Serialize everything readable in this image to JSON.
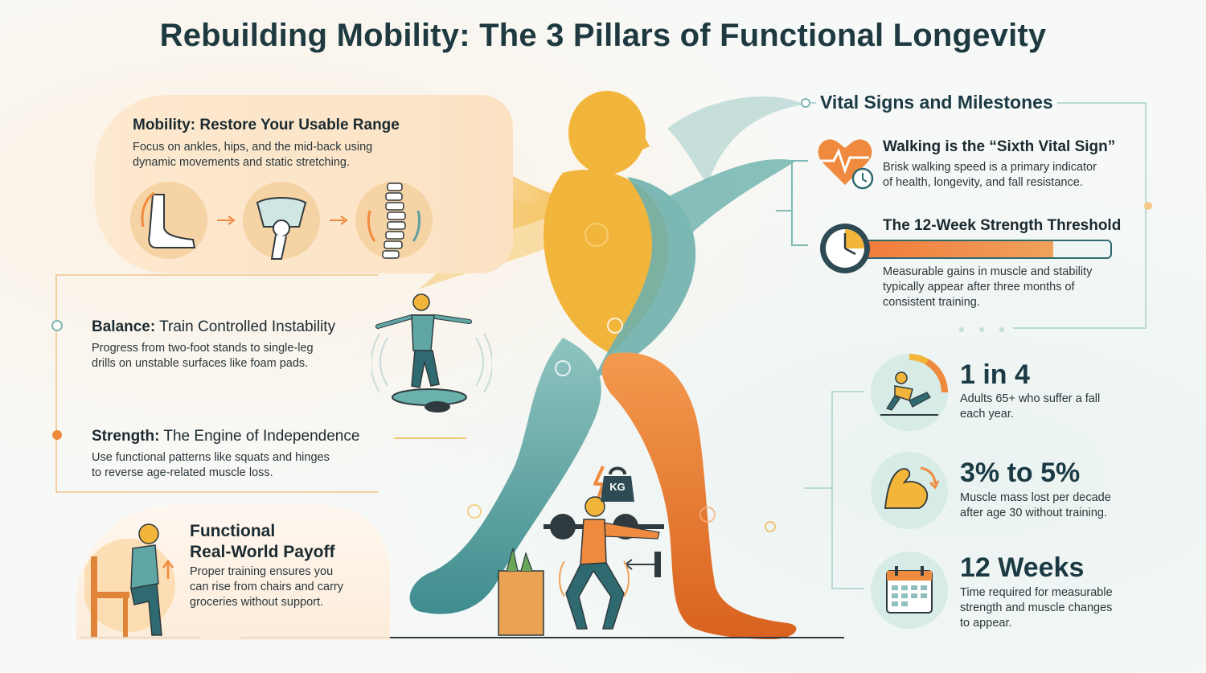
{
  "title": "Rebuilding Mobility: The 3 Pillars of Functional Longevity",
  "pillars": {
    "mobility": {
      "title": "Mobility: Restore Your Usable Range",
      "desc_line1": "Focus on ankles, hips, and the mid-back using",
      "desc_line2": "dynamic movements and static stretching."
    },
    "balance": {
      "title_bold": "Balance:",
      "title_rest": " Train Controlled Instability",
      "desc_line1": "Progress from two-foot stands to single-leg",
      "desc_line2": "drills on unstable surfaces like foam pads."
    },
    "strength": {
      "title_bold": "Strength:",
      "title_rest": " The Engine of Independence",
      "desc_line1": "Use functional patterns like squats and hinges",
      "desc_line2": "to reverse age-related muscle loss."
    },
    "payoff": {
      "title_line1": "Functional",
      "title_line2": "Real-World Payoff",
      "desc_line1": "Proper training ensures you",
      "desc_line2": "can rise from chairs and carry",
      "desc_line3": "groceries without support."
    }
  },
  "vital_signs": {
    "title": "Vital Signs and Milestones",
    "walking": {
      "title": "Walking is the “Sixth Vital Sign”",
      "desc_line1": "Brisk walking speed is a primary indicator",
      "desc_line2": "of health, longevity, and fall resistance."
    },
    "threshold": {
      "title": "The 12-Week Strength Threshold",
      "progress": 0.78,
      "desc_line1": "Measurable gains in muscle and stability",
      "desc_line2": "typically appear after three months of",
      "desc_line3": "consistent training."
    }
  },
  "stats": [
    {
      "value": "1 in 4",
      "desc_line1": "Adults 65+ who suffer a fall",
      "desc_line2": "each year.",
      "desc_line3": "",
      "ring_fraction": 0.25
    },
    {
      "value": "3% to 5%",
      "desc_line1": "Muscle mass lost per decade",
      "desc_line2": "after age 30 without training.",
      "desc_line3": ""
    },
    {
      "value": "12 Weeks",
      "desc_line1": "Time required for measurable",
      "desc_line2": "strength and muscle changes",
      "desc_line3": "to appear."
    }
  ],
  "kettlebell_label": "KG",
  "colors": {
    "orange": "#ee7a33",
    "yellow": "#f3b63a",
    "teal": "#4e9a9a",
    "dark_teal": "#2e6a70",
    "cream": "#fbe6cc"
  }
}
